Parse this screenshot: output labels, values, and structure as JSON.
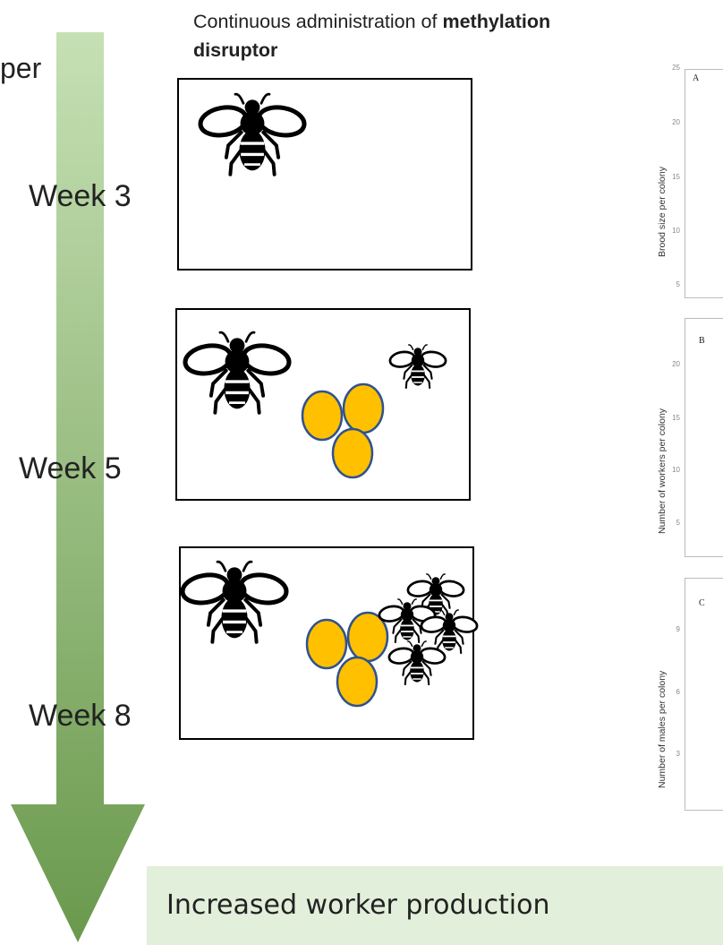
{
  "title": {
    "prefix": "Continuous administration of ",
    "bold_line1": "methylation",
    "bold_line2": "disruptor"
  },
  "cutoff_label": "per",
  "weeks": [
    "Week 3",
    "Week 5",
    "Week 8"
  ],
  "arrow_color_top": "#c6e0b4",
  "arrow_color_bottom": "#6a994d",
  "egg_color": "#ffc000",
  "egg_outline": "#2f528f",
  "result_text": "Increased worker production",
  "result_bg": "#e2efda",
  "charts": [
    {
      "panel": "A",
      "ylabel": "Brood size per colony",
      "ticks": [
        "25",
        "20",
        "15",
        "10",
        "5"
      ]
    },
    {
      "panel": "B",
      "ylabel": "Number of workers per colony",
      "ticks": [
        "20",
        "15",
        "10",
        "5"
      ]
    },
    {
      "panel": "C",
      "ylabel": "Number of males per colony",
      "ticks": [
        "9",
        "6",
        "3"
      ]
    }
  ]
}
